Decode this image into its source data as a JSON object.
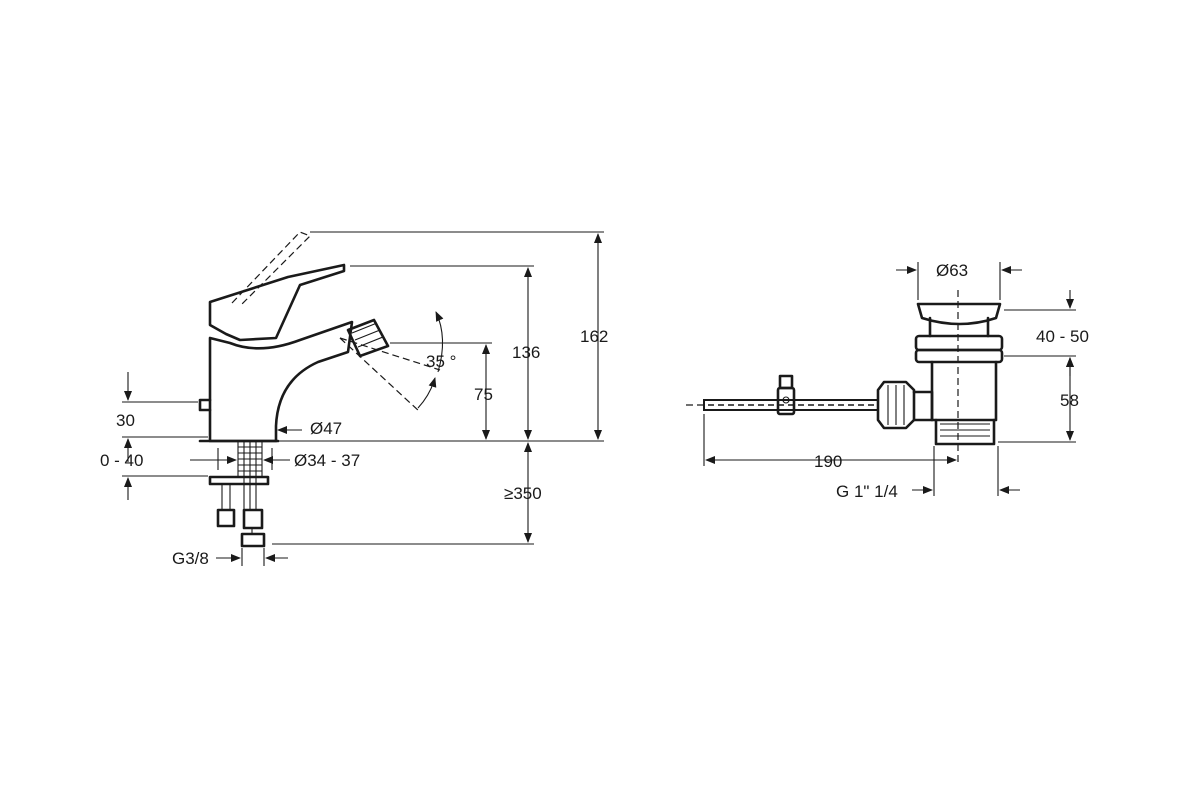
{
  "bidet_mixer": {
    "dims": {
      "total_height": "162",
      "spout_height": "136",
      "outlet_height": "75",
      "angle": "35 °",
      "body_diameter": "Ø47",
      "lever_height": "30",
      "deck_thickness": "0 - 40",
      "hole_diameter": "Ø34 - 37",
      "hose_length": "≥350",
      "connection": "G3/8"
    }
  },
  "pop_up_waste": {
    "dims": {
      "plug_diameter": "Ø63",
      "plug_range": "40 - 50",
      "body_height": "58",
      "rod_length": "190",
      "thread": "G 1\" 1/4"
    }
  }
}
